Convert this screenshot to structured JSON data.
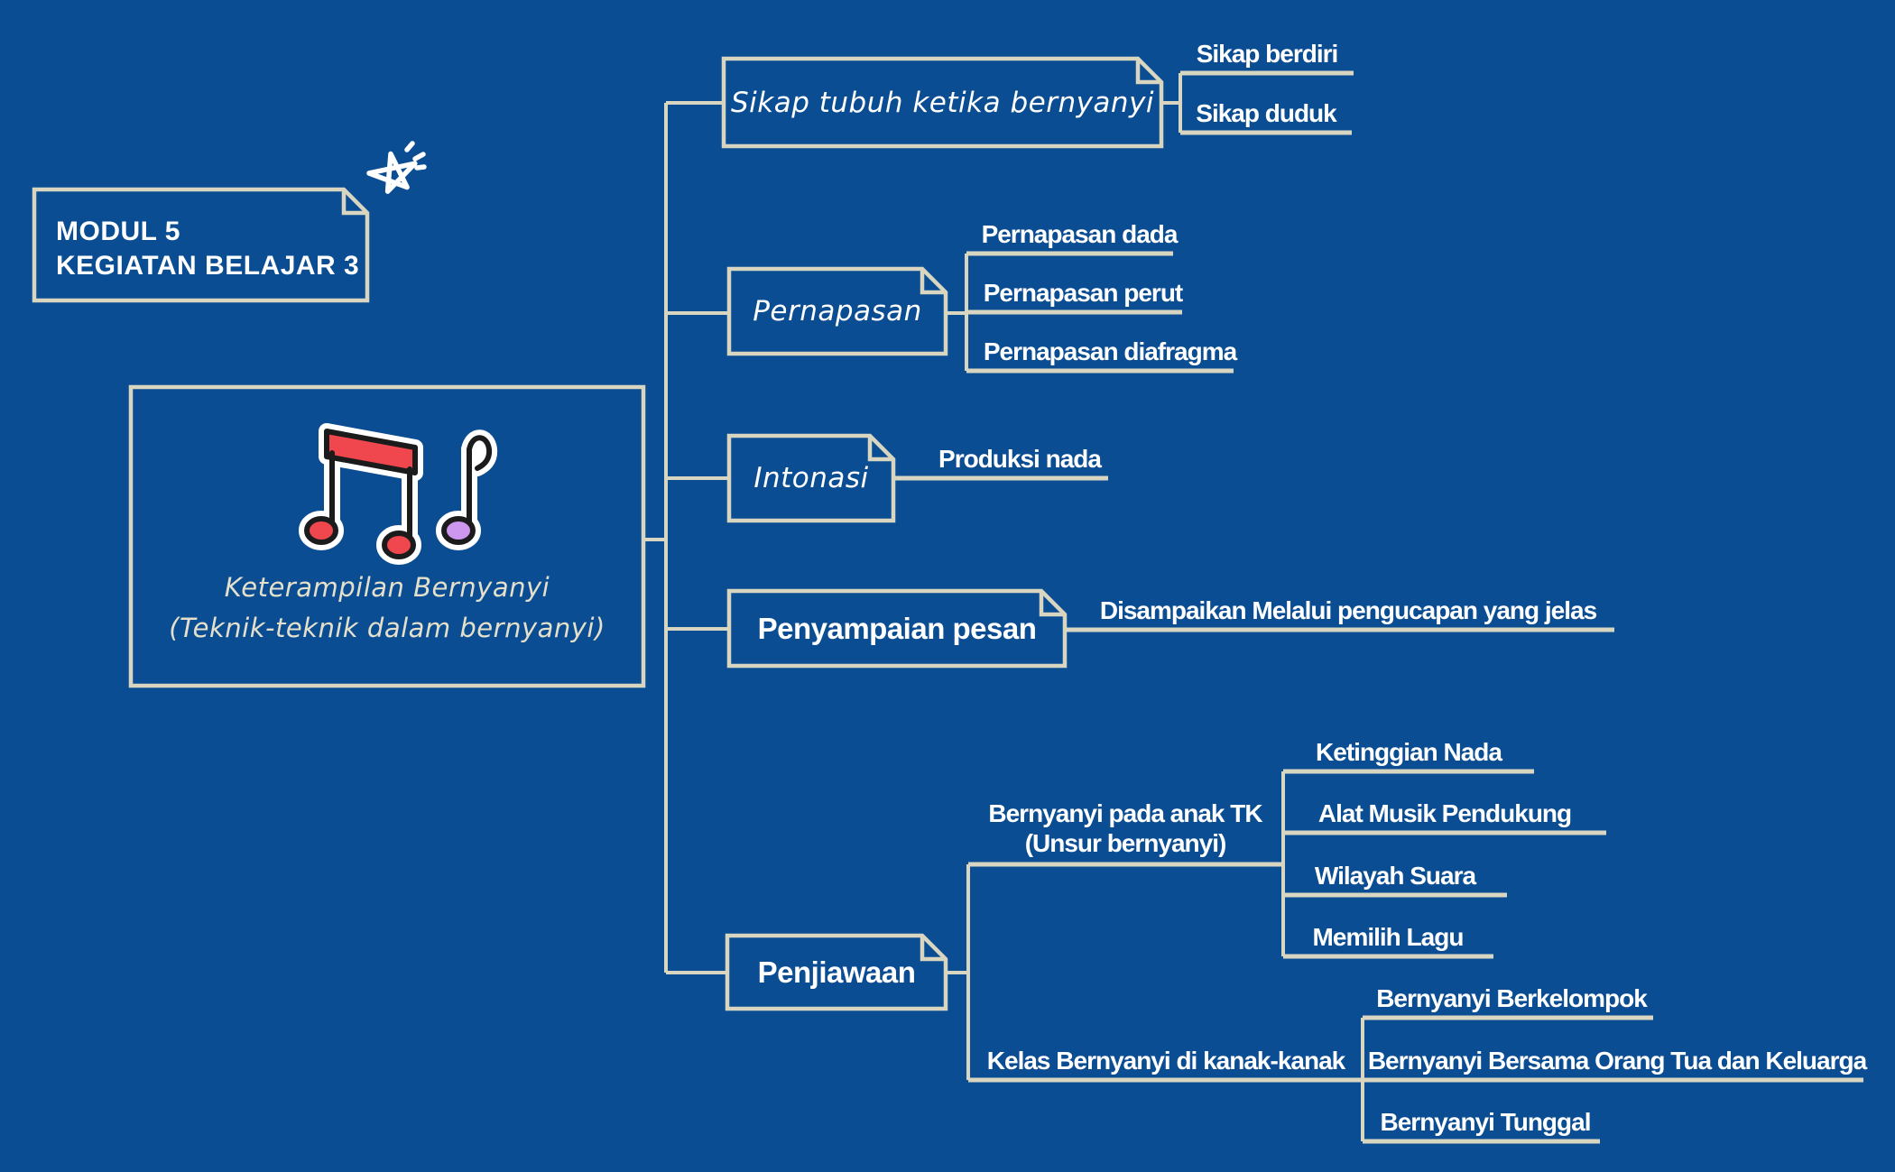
{
  "colors": {
    "background": "#0B4D92",
    "connector_line": "#D8D5C1",
    "text_white": "#FFFFFF",
    "text_cream": "#E4E0CB",
    "note_red": "#F0474E",
    "note_purple": "#CD97F0",
    "note_outline": "#1B1B1B"
  },
  "modul_box": {
    "line1": "MODUL 5",
    "line2": "KEGIATAN BELAJAR 3"
  },
  "root_box": {
    "title": "Keterampilan Bernyanyi",
    "subtitle": "(Teknik-teknik dalam bernyanyi)"
  },
  "branches": [
    {
      "label": "Sikap tubuh ketika bernyanyi",
      "children": [
        "Sikap berdiri",
        "Sikap duduk"
      ]
    },
    {
      "label": "Pernapasan",
      "children": [
        "Pernapasan dada",
        "Pernapasan perut",
        "Pernapasan diafragma"
      ]
    },
    {
      "label": "Intonasi",
      "children": [
        "Produksi nada"
      ]
    },
    {
      "label": "Penyampaian pesan",
      "children": [
        "Disampaikan Melalui pengucapan yang jelas"
      ]
    },
    {
      "label": "Penjiawaan",
      "groups": [
        {
          "label_line1": "Bernyanyi pada anak TK",
          "label_line2": "(Unsur bernyanyi)",
          "children": [
            "Ketinggian Nada",
            "Alat Musik Pendukung",
            "Wilayah Suara",
            "Memilih Lagu"
          ]
        },
        {
          "label": "Kelas Bernyanyi di kanak-kanak",
          "children": [
            "Bernyanyi Berkelompok",
            "Bernyanyi Bersama Orang Tua dan Keluarga",
            "Bernyanyi Tunggal"
          ]
        }
      ]
    }
  ],
  "icons": {
    "music": "music-notes-icon",
    "star": "sparkle-star-icon"
  }
}
